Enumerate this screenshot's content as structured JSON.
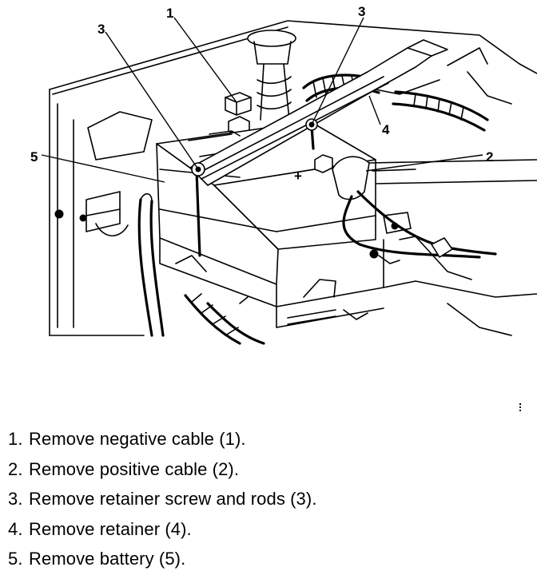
{
  "diagram": {
    "callouts": {
      "c1": "1",
      "c2": "2",
      "c3_left": "3",
      "c3_right": "3",
      "c4": "4",
      "c5": "5"
    },
    "terminal_symbols": {
      "positive": "+",
      "negative": "−"
    }
  },
  "steps": [
    {
      "num": "1.",
      "text": "Remove negative cable (1)."
    },
    {
      "num": "2.",
      "text": "Remove positive cable (2)."
    },
    {
      "num": "3.",
      "text": "Remove retainer screw and rods (3)."
    },
    {
      "num": "4.",
      "text": "Remove retainer (4)."
    },
    {
      "num": "5.",
      "text": "Remove battery (5)."
    }
  ]
}
